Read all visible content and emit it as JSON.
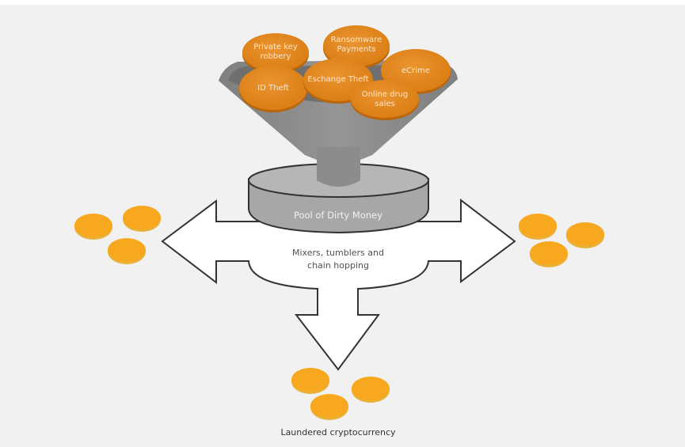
{
  "diagram": {
    "title": "Crypto money laundering flow",
    "sources": [
      {
        "id": "private-key-robbery",
        "lines": [
          "Private key",
          "robbery"
        ]
      },
      {
        "id": "ransomware-payments",
        "lines": [
          "Ransomware",
          "Payments"
        ]
      },
      {
        "id": "ecrime",
        "lines": [
          "eCrime"
        ]
      },
      {
        "id": "id-theft",
        "lines": [
          "ID Theft"
        ]
      },
      {
        "id": "exchange-theft",
        "lines": [
          "Eschange Theft"
        ]
      },
      {
        "id": "online-drug-sales",
        "lines": [
          "Online drug",
          "sales"
        ]
      }
    ],
    "pool": {
      "label": "Pool of Dirty Money"
    },
    "mixer": {
      "lines": [
        "Mixers, tumblers and",
        "chain hopping"
      ]
    },
    "output": {
      "label": "Laundered cryptocurrency"
    },
    "colors": {
      "background": "#f1f1f1",
      "source_coin": "#e58a1f",
      "source_coin_edge": "#b8650c",
      "output_coin": "#f7a81e",
      "output_coin_edge": "#e8c15a",
      "funnel": "#8c8c8c",
      "pool": "#a9a9a9",
      "arrow_fill": "#ffffff",
      "arrow_stroke": "#333333"
    }
  }
}
